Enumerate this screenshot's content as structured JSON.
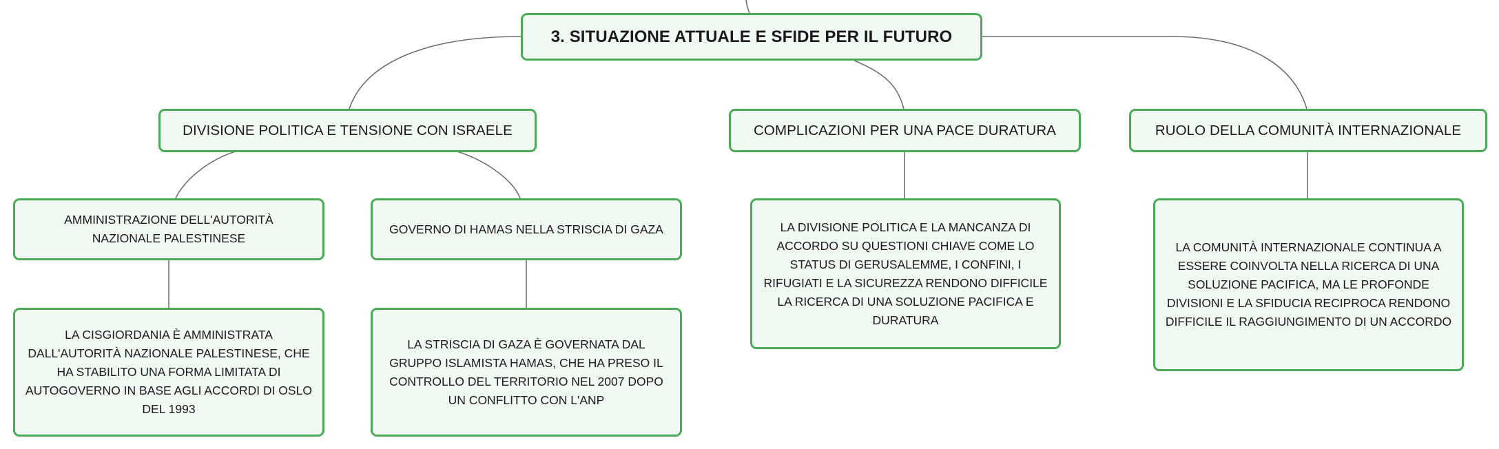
{
  "central": {
    "title": "3. SITUAZIONE ATTUALE E SFIDE PER IL FUTURO"
  },
  "branches": [
    {
      "title": "DIVISIONE POLITICA E TENSIONE CON ISRAELE",
      "children": [
        {
          "title": "AMMINISTRAZIONE DELL'AUTORITÀ NAZIONALE PALESTINESE",
          "detail": "LA CISGIORDANIA È AMMINISTRATA DALL'AUTORITÀ NAZIONALE PALESTINESE, CHE HA STABILITO UNA FORMA LIMITATA DI AUTOGOVERNO IN BASE AGLI ACCORDI DI OSLO DEL 1993"
        },
        {
          "title": "GOVERNO DI HAMAS NELLA STRISCIA DI GAZA",
          "detail": "LA STRISCIA DI GAZA È GOVERNATA DAL GRUPPO ISLAMISTA HAMAS, CHE HA PRESO IL CONTROLLO DEL TERRITORIO NEL 2007 DOPO UN CONFLITTO CON L'ANP"
        }
      ]
    },
    {
      "title": "COMPLICAZIONI PER UNA PACE DURATURA",
      "detail": "LA DIVISIONE POLITICA E LA MANCANZA DI ACCORDO SU QUESTIONI CHIAVE COME LO STATUS DI GERUSALEMME, I CONFINI, I RIFUGIATI E LA SICUREZZA RENDONO DIFFICILE LA RICERCA DI UNA SOLUZIONE PACIFICA E DURATURA"
    },
    {
      "title": "RUOLO DELLA COMUNITÀ INTERNAZIONALE",
      "detail": "LA COMUNITÀ INTERNAZIONALE CONTINUA A ESSERE COINVOLTA NELLA RICERCA DI UNA SOLUZIONE PACIFICA, MA LE PROFONDE DIVISIONI E LA SFIDUCIA RECIPROCA RENDONO DIFFICILE IL RAGGIUNGIMENTO DI UN ACCORDO"
    }
  ],
  "colors": {
    "node_border": "#4aaa58",
    "node_fill": "#f1f9f3",
    "connector": "#6f6f6f"
  }
}
